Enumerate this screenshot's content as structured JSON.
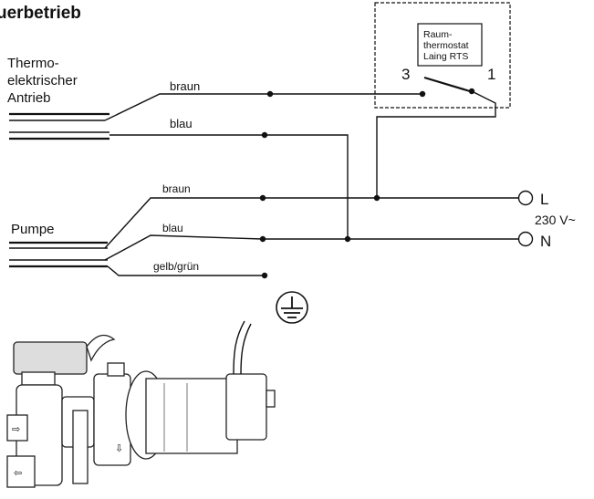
{
  "title": "uerbetrieb",
  "thermostat": {
    "box_lines": [
      "Raum-",
      "thermostat",
      "Laing RTS"
    ],
    "terminal_left": "3",
    "terminal_right": "1"
  },
  "actuator": {
    "label_lines": [
      "Thermo-",
      "elektrischer",
      "Antrieb"
    ],
    "wire_brown": "braun",
    "wire_blue": "blau"
  },
  "pump": {
    "label": "Pumpe",
    "wire_brown": "braun",
    "wire_blue": "blau",
    "wire_earth": "gelb/grün"
  },
  "supply": {
    "live": "L",
    "neutral": "N",
    "voltage": "230 V~"
  },
  "earth_symbol": "earth-ground-icon"
}
